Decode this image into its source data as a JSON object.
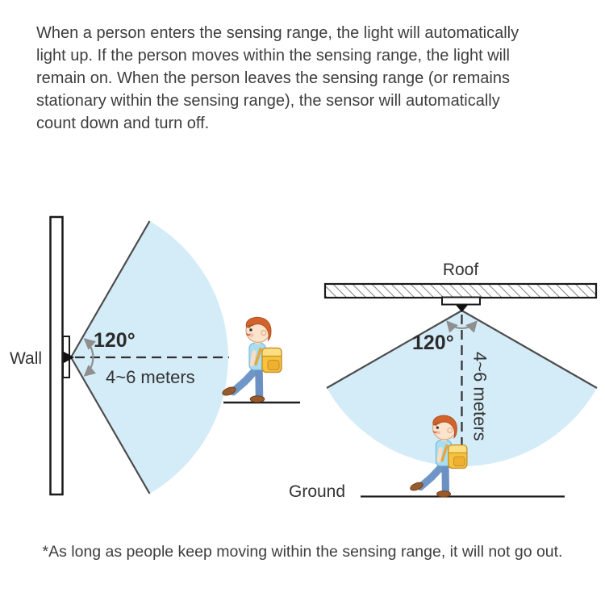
{
  "intro": {
    "lines": [
      "When a person enters the sensing range, the light will automatically",
      "light up. If the person moves within the sensing range, the light will",
      "remain on. When the person leaves the sensing range (or remains",
      "stationary within the sensing range), the sensor will automatically",
      "count down and turn off."
    ]
  },
  "note": "*As long as people keep moving within the sensing range, it will not go out.",
  "wall_diagram": {
    "wall_label": "Wall",
    "angle_label": "120°",
    "range_label": "4~6 meters"
  },
  "roof_diagram": {
    "roof_label": "Roof",
    "ground_label": "Ground",
    "angle_label": "120°",
    "range_label": "4~6 meters"
  },
  "colors": {
    "sensing_area": "#D4ECF8",
    "sensing_edge": "#4D4D4D",
    "angle_arrow": "#8F8F8F",
    "text": "#3E3E3E",
    "person_hair": "#D2632C",
    "person_shirt": "#A8DEF2",
    "person_jeans": "#7096C7",
    "person_backpack": "#F6C33C"
  }
}
